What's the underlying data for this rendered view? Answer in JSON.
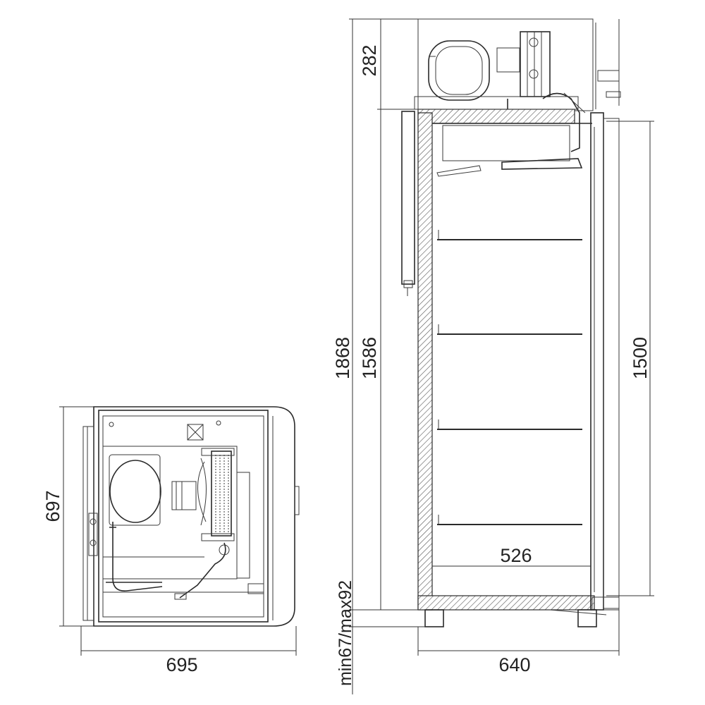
{
  "dimensions": {
    "plan_depth": "697",
    "plan_width": "695",
    "top_unit_height": "282",
    "total_height": "1868",
    "body_height": "1586",
    "inner_height": "1500",
    "inner_width": "526",
    "side_width": "640",
    "foot_height": "min67/max92"
  }
}
